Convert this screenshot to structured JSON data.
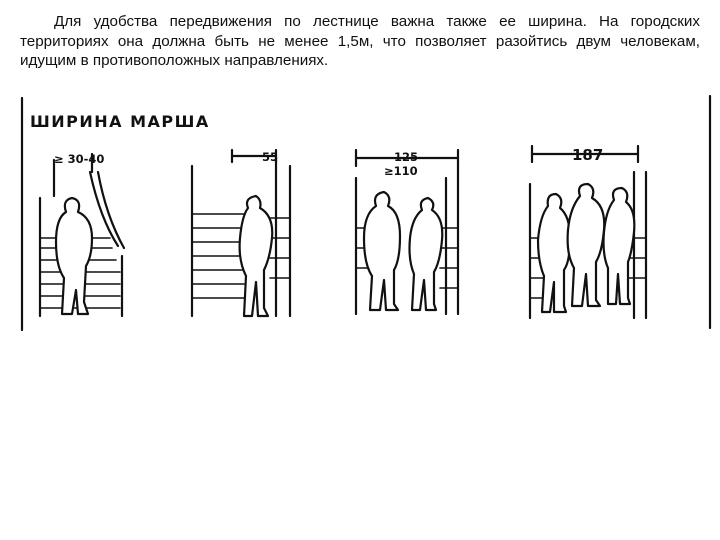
{
  "paragraph": "Для удобства передвижения по лестнице важна также ее ширина. На городских территориях она должна быть не менее 1,5м, что позволяет разойтись двум человекам, идущим в противоположных направлениях.",
  "figure": {
    "heading": "ШИРИНА МАРША",
    "dimensions": {
      "d1": "≥ 30-40",
      "d2": "55",
      "d3_top": "125",
      "d3_bottom": "≥110",
      "d4": "187"
    }
  }
}
